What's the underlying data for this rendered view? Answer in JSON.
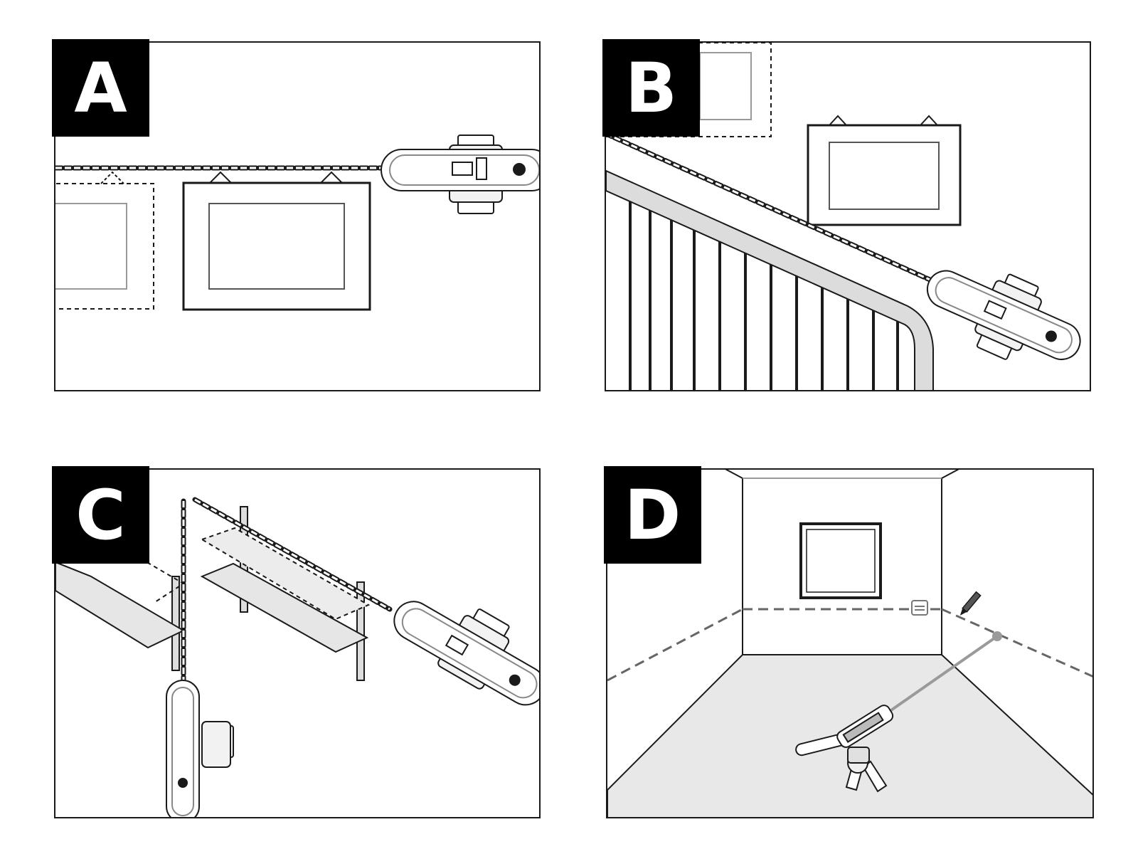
{
  "panels": [
    {
      "id": "A",
      "label": "A",
      "scene": "level-line-picture-frames"
    },
    {
      "id": "B",
      "label": "B",
      "scene": "angled-line-stair-railing"
    },
    {
      "id": "C",
      "label": "C",
      "scene": "cross-lines-wall-shelves"
    },
    {
      "id": "D",
      "label": "D",
      "scene": "laser-point-room-tripod"
    }
  ],
  "colors": {
    "line": "#1a1a1a",
    "badge_bg": "#000000",
    "badge_text": "#ffffff",
    "fill_light": "#e6e6e6",
    "laser_dash": "#666666",
    "beam": "#9a9a9a"
  },
  "icons": [
    "laser-level-icon",
    "pencil-icon",
    "tripod-icon",
    "target-dot-icon"
  ]
}
